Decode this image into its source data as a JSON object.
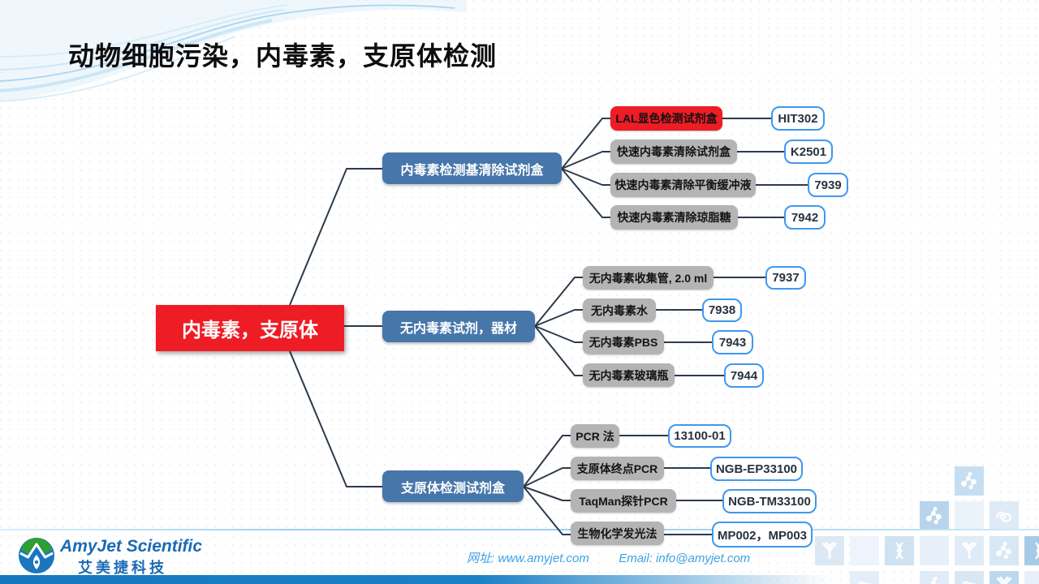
{
  "slide": {
    "title": "动物细胞污染，内毒素，支原体检测"
  },
  "mindmap": {
    "root": {
      "label": "内毒素，支原体"
    },
    "branches": [
      {
        "label": "内毒素检测基清除试剂盒",
        "children": [
          {
            "label": "LAL显色检测试剂盒",
            "code": "HIT302",
            "highlighted": true
          },
          {
            "label": "快速内毒素清除试剂盒",
            "code": "K2501"
          },
          {
            "label": "快速内毒素清除平衡缓冲液",
            "code": "7939"
          },
          {
            "label": "快速内毒素清除琼脂糖",
            "code": "7942"
          }
        ]
      },
      {
        "label": "无内毒素试剂，器材",
        "children": [
          {
            "label": "无内毒素收集管, 2.0 ml",
            "code": "7937"
          },
          {
            "label": "无内毒素水",
            "code": "7938"
          },
          {
            "label": "无内毒素PBS",
            "code": "7943"
          },
          {
            "label": "无内毒素玻璃瓶",
            "code": "7944"
          }
        ]
      },
      {
        "label": "支原体检测试剂盒",
        "children": [
          {
            "label": "PCR 法",
            "code": "13100-01"
          },
          {
            "label": "支原体终点PCR",
            "code": "NGB-EP33100"
          },
          {
            "label": "TaqMan探针PCR",
            "code": "NGB-TM33100"
          },
          {
            "label": "生物化学发光法",
            "code": "MP002，MP003"
          }
        ]
      }
    ]
  },
  "footer": {
    "brand_name": "AmyJet Scientific",
    "brand_name_cn": "艾美捷科技",
    "website_label": "网址:",
    "website": "www.amyjet.com",
    "email_label": "Email:",
    "email": "info@amyjet.com"
  },
  "colors": {
    "root_red": "#ee1c25",
    "branch_blue": "#4777aa",
    "child_gray": "#b4b4b4",
    "code_border_blue": "#3f97ef",
    "connector": "#2d3a4c",
    "footer_link_blue": "#3ba1e3",
    "bottom_bar_blue": "#1b7ec3"
  },
  "decorations": {
    "top_left": "wave-ribbons",
    "bottom_right": "science-icon-mosaic",
    "mosaic_icons": [
      "molecule-icon",
      "dna-icon",
      "antibody-icon",
      "protein-icon"
    ],
    "logo": "amyjet-logo"
  }
}
